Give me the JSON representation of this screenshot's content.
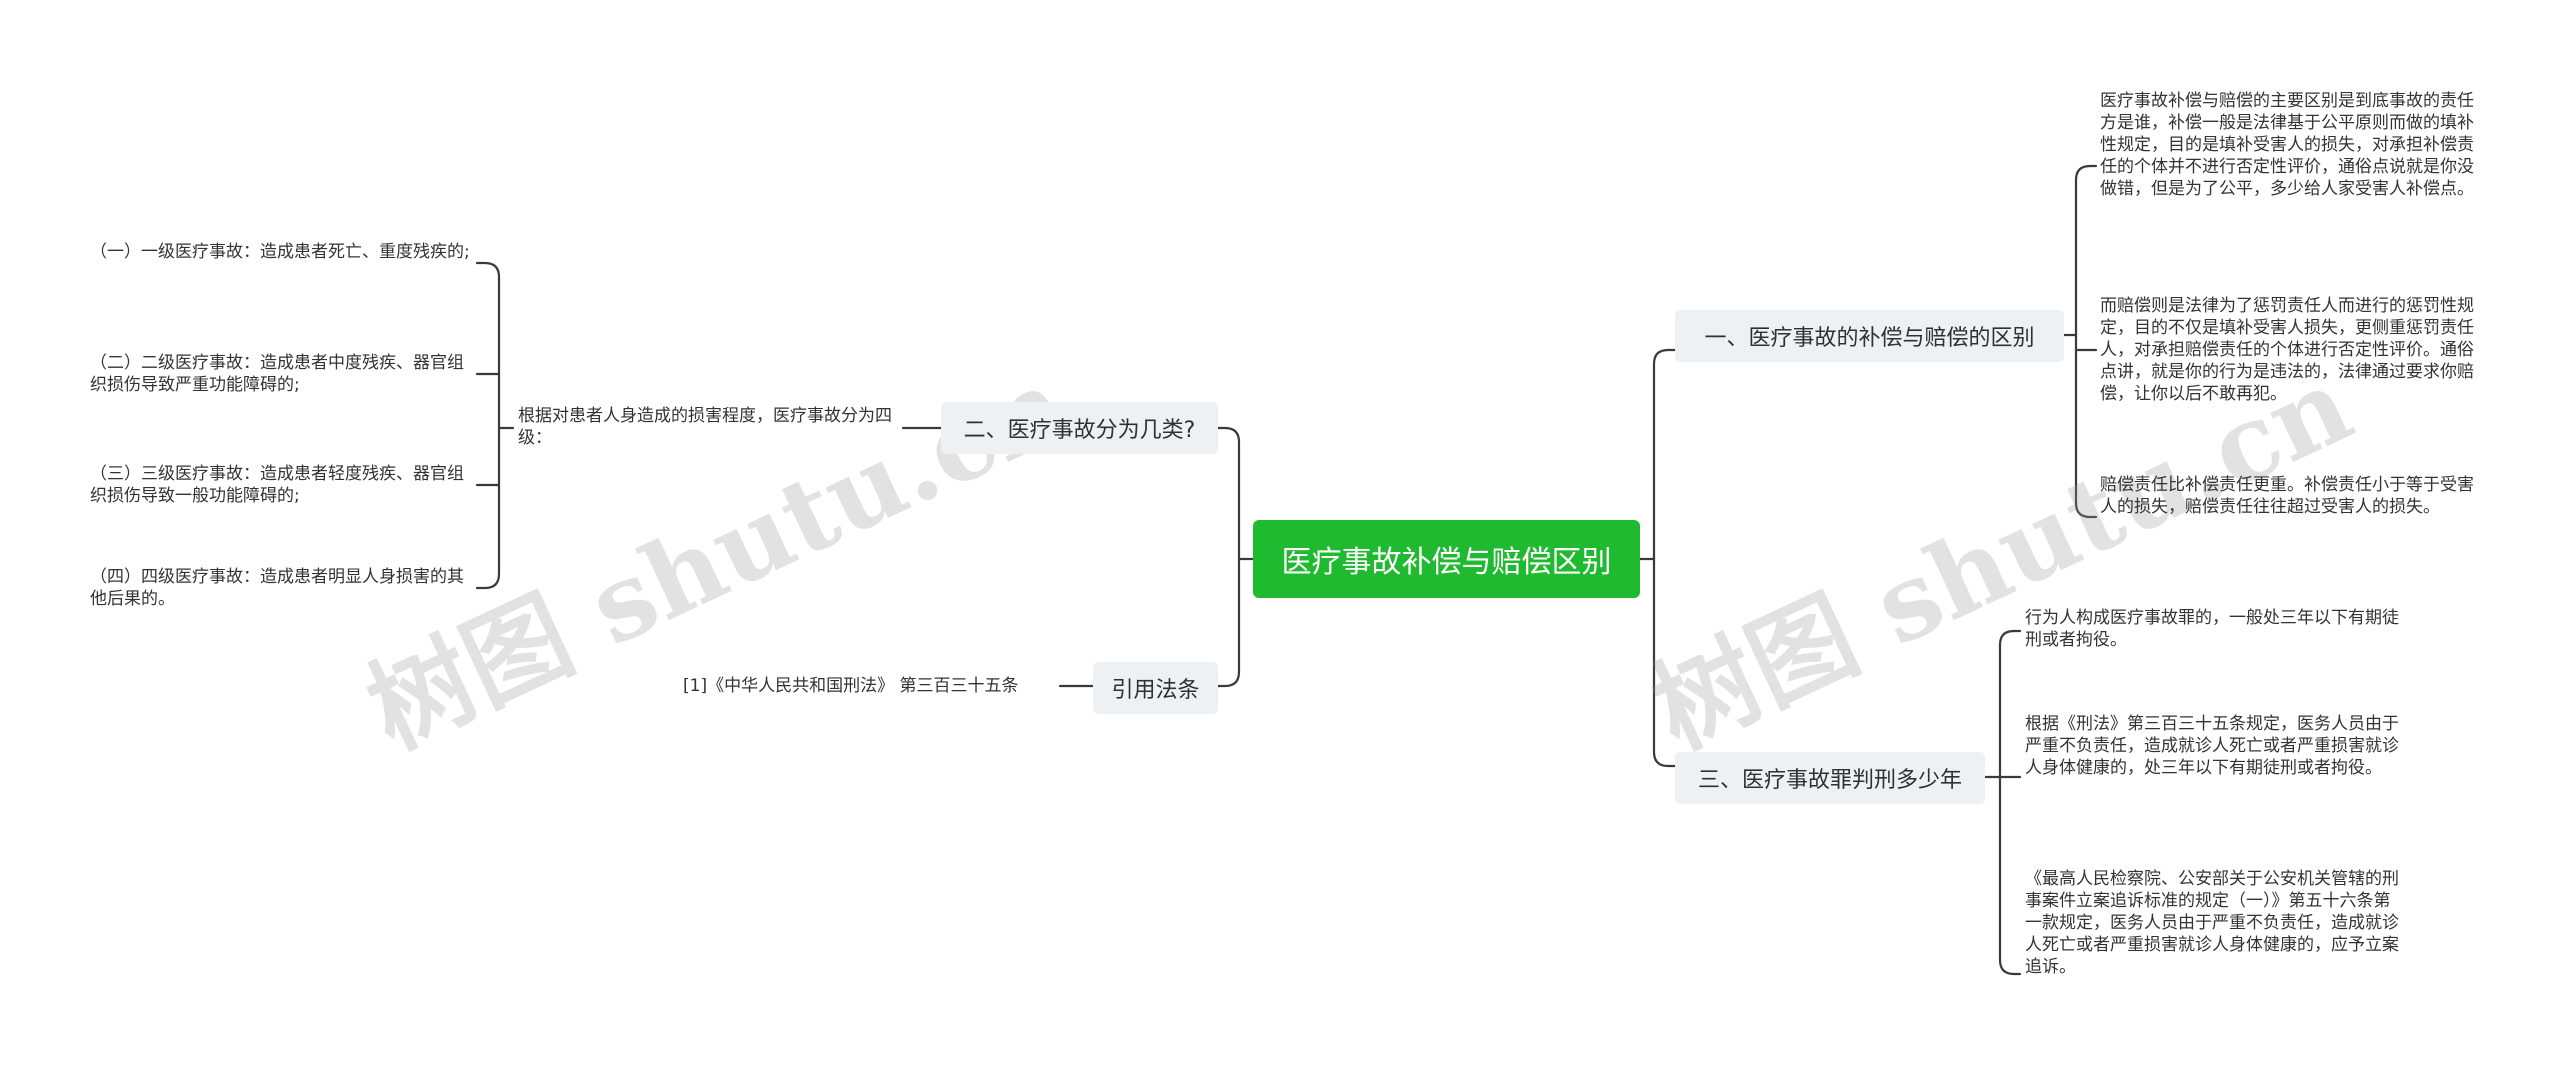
{
  "root": {
    "label": "医疗事故补偿与赔偿区别"
  },
  "branches": {
    "difference": {
      "label": "一、医疗事故的补偿与赔偿的区别",
      "leaves": [
        "医疗事故补偿与赔偿的主要区别是到底事故的责任方是谁，补偿一般是法律基于公平原则而做的填补性规定，目的是填补受害人的损失，对承担补偿责任的个体并不进行否定性评价，通俗点说就是你没做错，但是为了公平，多少给人家受害人补偿点。",
        "而赔偿则是法律为了惩罚责任人而进行的惩罚性规定，目的不仅是填补受害人损失，更侧重惩罚责任人，对承担赔偿责任的个体进行否定性评价。通俗点讲，就是你的行为是违法的，法律通过要求你赔偿，让你以后不敢再犯。",
        "赔偿责任比补偿责任更重。补偿责任小于等于受害人的损失，赔偿责任往往超过受害人的损失。"
      ]
    },
    "sentence": {
      "label": "三、医疗事故罪判刑多少年",
      "leaves": [
        "行为人构成医疗事故罪的，一般处三年以下有期徒刑或者拘役。",
        "根据《刑法》第三百三十五条规定，医务人员由于严重不负责任，造成就诊人死亡或者严重损害就诊人身体健康的，处三年以下有期徒刑或者拘役。",
        "《最高人民检察院、公安部关于公安机关管辖的刑事案件立案追诉标准的规定（一）》第五十六条第一款规定，医务人员由于严重不负责任，造成就诊人死亡或者严重损害就诊人身体健康的，应予立案追诉。"
      ]
    },
    "categories": {
      "label": "二、医疗事故分为几类?",
      "intro": "根据对患者人身造成的损害程度，医疗事故分为四级：",
      "leaves": [
        "（一）一级医疗事故：造成患者死亡、重度残疾的;",
        "（二）二级医疗事故：造成患者中度残疾、器官组织损伤导致严重功能障碍的;",
        "（三）三级医疗事故：造成患者轻度残疾、器官组织损伤导致一般功能障碍的;",
        "（四）四级医疗事故：造成患者明显人身损害的其他后果的。"
      ]
    },
    "citation": {
      "label": "引用法条",
      "leaf": "[1]《中华人民共和国刑法》 第三百三十五条"
    }
  },
  "watermark": {
    "text": "树图 shutu.cn"
  },
  "colors": {
    "root": "#1fba2f",
    "branch_bg": "#eef1f4",
    "line": "#3a3a3a"
  }
}
